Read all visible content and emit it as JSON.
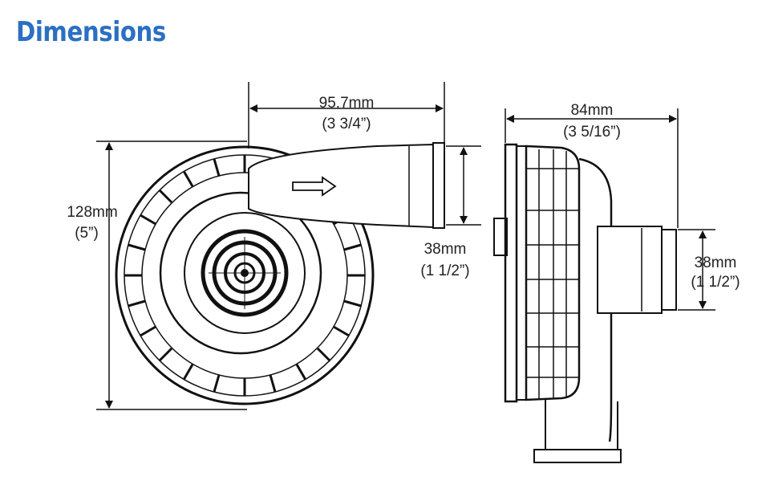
{
  "title": "Dimensions",
  "colors": {
    "title": "#2b6fc2",
    "line": "#111111"
  },
  "front_view": {
    "width": {
      "metric": "95.7mm",
      "imperial": "(3 3/4”)"
    },
    "height": {
      "metric": "128mm",
      "imperial": "(5”)"
    },
    "outlet": {
      "metric": "38mm",
      "imperial": "(1 1/2”)"
    }
  },
  "side_view": {
    "depth": {
      "metric": "84mm",
      "imperial": "(3 5/16”)"
    },
    "inlet": {
      "metric": "38mm",
      "imperial": "(1 1/2”)"
    }
  }
}
